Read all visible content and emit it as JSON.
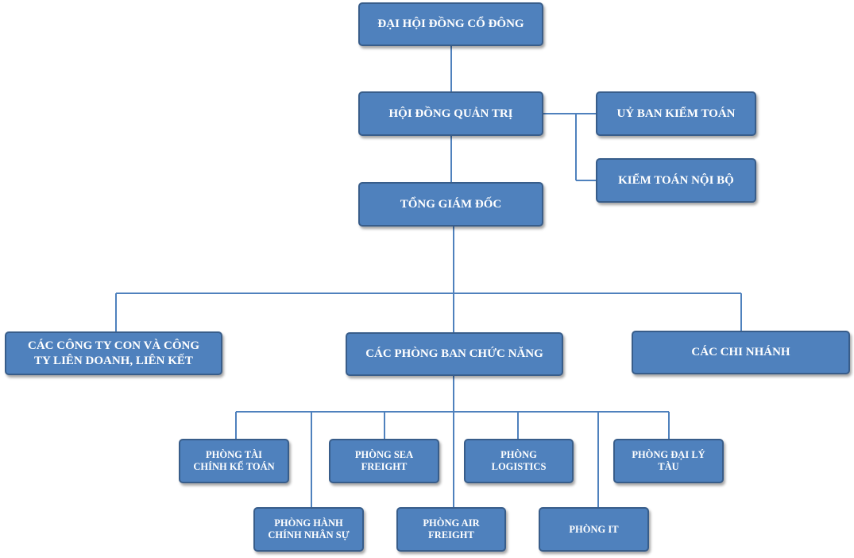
{
  "nodes": {
    "dai_hoi_dong_co_dong": "ĐẠI HỘI ĐỒNG CỔ ĐÔNG",
    "hoi_dong_quan_tri": "HỘI ĐỒNG QUẢN TRỊ",
    "uy_ban_kiem_toan": "UỶ BAN KIỂM TOÁN",
    "kiem_toan_noi_bo": "KIỂM TOÁN NỘI BỘ",
    "tong_giam_doc": "TỔNG GIÁM ĐỐC",
    "cong_ty_con": "CÁC CÔNG TY CON VÀ CÔNG\nTY LIÊN DOANH, LIÊN KẾT",
    "phong_ban_chuc_nang": "CÁC PHÒNG BAN CHỨC NĂNG",
    "chi_nhanh": "CÁC CHI NHÁNH",
    "phong_tai_chinh": "PHÒNG TÀI\nCHÍNH KẾ TOÁN",
    "phong_hanh_chinh": "PHÒNG HÀNH\nCHÍNH NHÂN SỰ",
    "phong_sea_freight": "PHÒNG SEA\nFREIGHT",
    "phong_air_freight": "PHÒNG AIR\nFREIGHT",
    "phong_logistics": "PHÒNG\nLOGISTICS",
    "phong_it": "PHÒNG IT",
    "phong_dai_ly_tau": "PHÒNG ĐẠI LÝ\nTÀU"
  },
  "colors": {
    "box_fill": "#4f81bd",
    "box_border": "#385d8a",
    "connector": "#4f81bd",
    "text": "#ffffff"
  }
}
